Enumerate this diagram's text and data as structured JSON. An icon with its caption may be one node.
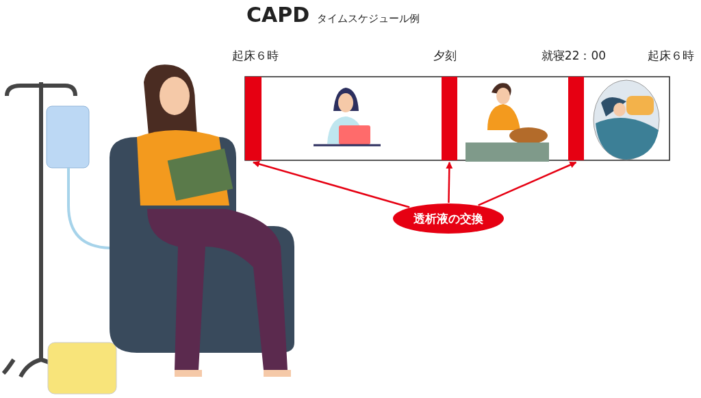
{
  "diagram": {
    "title": "CAPD タイムスケジュール例",
    "nodes": [
      {
        "text": [
          "透析液の交換"
        ]
      },
      {
        "text": [],
        "shape": "bar"
      },
      {
        "text": [],
        "shape": "bar"
      },
      {
        "text": [],
        "shape": "bar"
      }
    ],
    "edges": [
      {
        "from": 0,
        "to": 1,
        "arrow": "to"
      },
      {
        "from": 0,
        "to": 2,
        "arrow": "to"
      },
      {
        "from": 0,
        "to": 3,
        "arrow": "to"
      }
    ],
    "labels": [
      "起床６時",
      "夕刻",
      "就寝22：00",
      "起床６時"
    ]
  }
}
